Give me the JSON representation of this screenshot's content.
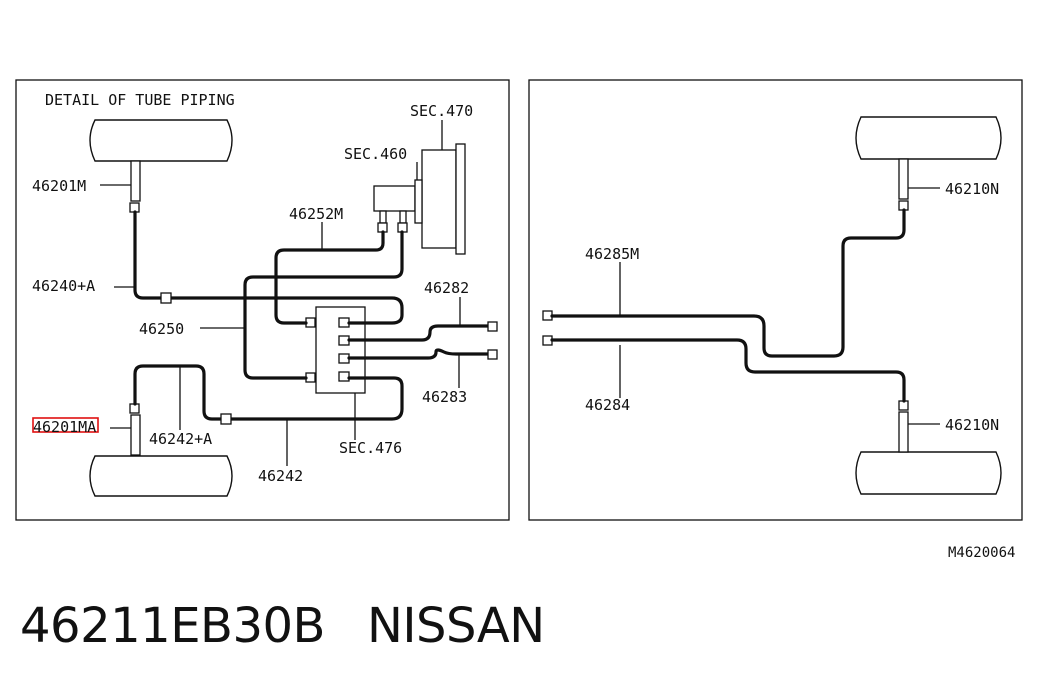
{
  "left_panel": {
    "title": "DETAIL OF TUBE PIPING",
    "labels": {
      "sec470": "SEC.470",
      "sec460": "SEC.460",
      "p46201M": "46201M",
      "p46252M": "46252M",
      "p46240A": "46240+A",
      "p46282": "46282",
      "p46250": "46250",
      "p46283": "46283",
      "p46201MA_part": "46201M",
      "p46201MA_suffix": "A",
      "p46242A": "46242+A",
      "sec476": "SEC.476",
      "p46242": "46242"
    }
  },
  "right_panel": {
    "labels": {
      "p46210N_top": "46210N",
      "p46285M": "46285M",
      "p46284": "46284",
      "p46210N_bottom": "46210N"
    }
  },
  "diagram_code": "M4620064",
  "footer": {
    "part_number": "46211EB30B",
    "brand": "NISSAN"
  },
  "colors": {
    "line": "#111111",
    "highlight": "#e01010",
    "background": "#ffffff"
  }
}
